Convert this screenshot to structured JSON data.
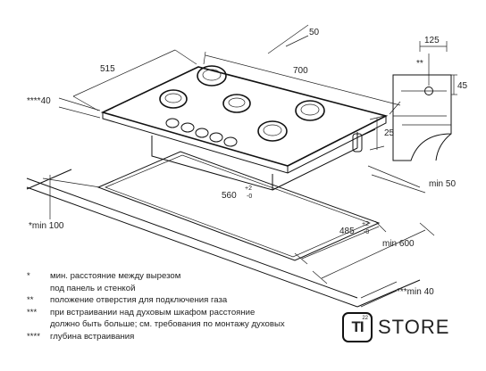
{
  "dimensions": {
    "d50_top": "50",
    "d515": "515",
    "d700": "700",
    "d125": "125",
    "d_asterisk2": "**",
    "d45": "45",
    "d40_left": "****40",
    "d25": "25",
    "d560": "560",
    "d560_tol_plus": "+2",
    "d560_tol_minus": "-0",
    "min50": "min 50",
    "min100": "*min 100",
    "d485": "485",
    "d485_tol_plus": "+2",
    "d485_tol_minus": "-0",
    "min600": "min 600",
    "min40": "***min 40"
  },
  "notes": [
    {
      "mark": "*",
      "lines": [
        "мин. расстояние между вырезом",
        "под панель и стенкой"
      ]
    },
    {
      "mark": "**",
      "lines": [
        "положение отверстия для подключения газа"
      ]
    },
    {
      "mark": "***",
      "lines": [
        "при встраивании над духовым шкафом расстояние",
        "должно быть больше; см. требования по монтажу духовых"
      ]
    },
    {
      "mark": "****",
      "lines": [
        "глубина встраивания"
      ]
    }
  ],
  "logo": {
    "mark": "TI",
    "superscript": "22",
    "word": "STORE"
  }
}
